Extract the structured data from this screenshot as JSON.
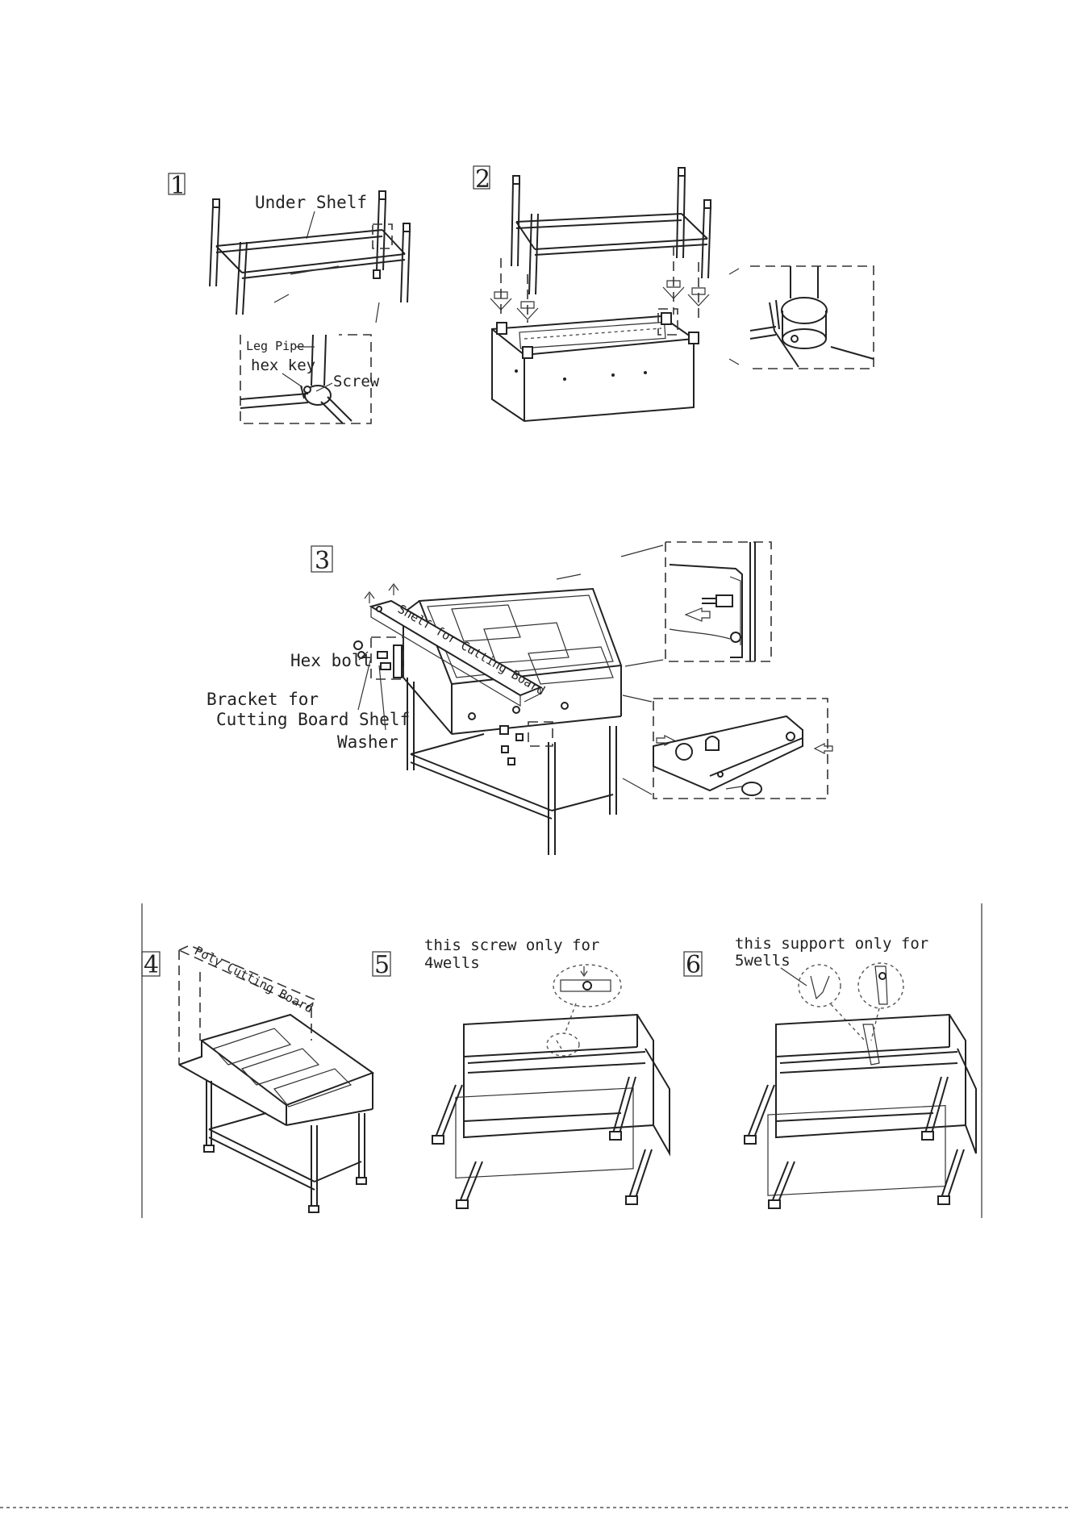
{
  "steps": {
    "s1": {
      "number": "1",
      "under_shelf": "Under Shelf",
      "leg_pipe": "Leg Pipe",
      "hex_key": "hex key",
      "screw": "Screw"
    },
    "s2": {
      "number": "2"
    },
    "s3": {
      "number": "3",
      "shelf_cutting_board": "Shelf for Cutting Board",
      "hex_bolt": "Hex bolt",
      "bracket_line1": "Bracket for",
      "bracket_line2": "Cutting Board Shelf",
      "washer": "Washer"
    },
    "s4": {
      "number": "4",
      "poly_cutting_board": "Poly Cutting Board"
    },
    "s5": {
      "number": "5",
      "note_line1": "this screw only for",
      "note_line2": "4wells"
    },
    "s6": {
      "number": "6",
      "note_line1": "this support only for",
      "note_line2": "5wells"
    }
  }
}
